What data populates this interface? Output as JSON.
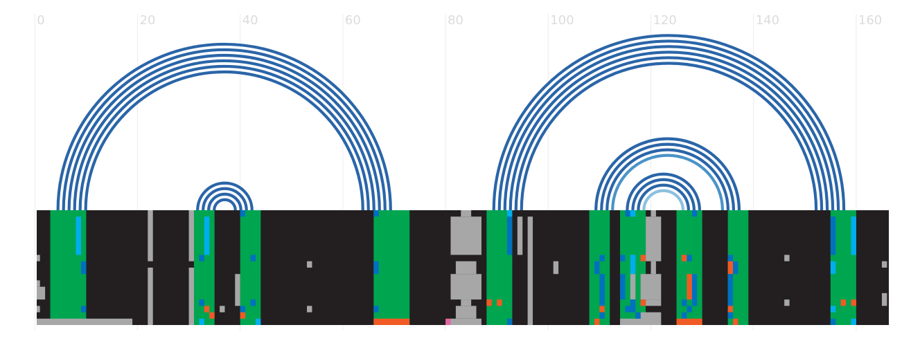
{
  "chart_data": {
    "type": "heatmap",
    "title": "",
    "xlabel": "",
    "ylabel": "",
    "xlim": [
      0,
      166
    ],
    "xticks": [
      "0",
      "20",
      "40",
      "60",
      "80",
      "100",
      "120",
      "140",
      "160"
    ],
    "grid": true,
    "legend": "none",
    "arc_colors": {
      "dark": "#2a65a8",
      "medium": "#4a93c8",
      "light": "#8cc0df"
    },
    "arc_groups": [
      {
        "left_x": 4.5,
        "right_x": 69.3,
        "count": 6,
        "tone": "dark"
      },
      {
        "left_x": 31.7,
        "right_x": 42.3,
        "count": 4,
        "tone": "dark"
      },
      {
        "left_x": 89.4,
        "right_x": 157.6,
        "count": 6,
        "tone": "dark"
      },
      {
        "left_x": 109.3,
        "right_x": 137.2,
        "count": 4,
        "tone": "dark_medium"
      },
      {
        "left_x": 115.4,
        "right_x": 129.5,
        "count": 4,
        "tone": "dark_light"
      }
    ],
    "track": {
      "background": "#231f20",
      "grid_rows": 18,
      "colors": {
        "green": "#00a550",
        "gray": "#a7a7a7",
        "cyan": "#00aeef",
        "blue": "#0070c0",
        "orange": "#f15a24",
        "pink": "#e565a4"
      },
      "green_columns": [
        [
          3,
          10
        ],
        [
          31,
          35
        ],
        [
          40,
          44
        ],
        [
          66,
          73
        ],
        [
          88,
          93
        ],
        [
          108,
          112
        ],
        [
          114,
          119
        ],
        [
          125,
          130
        ],
        [
          135,
          139
        ],
        [
          155,
          160
        ]
      ],
      "cells": [
        {
          "c": "gray",
          "x0": 0,
          "x1": 19,
          "r0": 17,
          "r1": 18
        },
        {
          "c": "orange",
          "x0": 66,
          "x1": 73,
          "r0": 17,
          "r1": 18
        },
        {
          "c": "pink",
          "x0": 80,
          "x1": 81,
          "r0": 17,
          "r1": 18
        },
        {
          "c": "gray",
          "x0": 81,
          "x1": 87,
          "r0": 17,
          "r1": 18
        },
        {
          "c": "gray",
          "x0": 22,
          "x1": 23,
          "r0": 0,
          "r1": 8
        },
        {
          "c": "gray",
          "x0": 22,
          "x1": 23,
          "r0": 9,
          "r1": 18
        },
        {
          "c": "gray",
          "x0": 30,
          "x1": 31,
          "r0": 0,
          "r1": 8
        },
        {
          "c": "gray",
          "x0": 30,
          "x1": 31,
          "r0": 9,
          "r1": 18
        },
        {
          "c": "gray",
          "x0": 39,
          "x1": 40,
          "r0": 10,
          "r1": 15
        },
        {
          "c": "gray",
          "x0": 36,
          "x1": 37,
          "r0": 15,
          "r1": 16
        },
        {
          "c": "gray",
          "x0": 53,
          "x1": 54,
          "r0": 8,
          "r1": 9
        },
        {
          "c": "gray",
          "x0": 53,
          "x1": 54,
          "r0": 15,
          "r1": 16
        },
        {
          "c": "gray",
          "x0": 0,
          "x1": 1,
          "r0": 7,
          "r1": 8
        },
        {
          "c": "gray",
          "x0": 0,
          "x1": 1,
          "r0": 11,
          "r1": 12
        },
        {
          "c": "gray",
          "x0": 0,
          "x1": 2,
          "r0": 12,
          "r1": 14
        },
        {
          "c": "gray",
          "x0": 0,
          "x1": 1,
          "r0": 15,
          "r1": 16
        },
        {
          "c": "gray",
          "x0": 83,
          "x1": 85,
          "r0": 0,
          "r1": 1
        },
        {
          "c": "gray",
          "x0": 81,
          "x1": 87,
          "r0": 1,
          "r1": 7
        },
        {
          "c": "gray",
          "x0": 82,
          "x1": 86,
          "r0": 8,
          "r1": 10
        },
        {
          "c": "gray",
          "x0": 81,
          "x1": 87,
          "r0": 10,
          "r1": 14
        },
        {
          "c": "gray",
          "x0": 83,
          "x1": 85,
          "r0": 14,
          "r1": 15
        },
        {
          "c": "gray",
          "x0": 82,
          "x1": 86,
          "r0": 15,
          "r1": 17
        },
        {
          "c": "gray",
          "x0": 94,
          "x1": 95,
          "r0": 1,
          "r1": 7
        },
        {
          "c": "gray",
          "x0": 96,
          "x1": 97,
          "r0": 1,
          "r1": 18
        },
        {
          "c": "gray",
          "x0": 101,
          "x1": 102,
          "r0": 8,
          "r1": 10
        },
        {
          "c": "gray",
          "x0": 119,
          "x1": 122,
          "r0": 1,
          "r1": 8
        },
        {
          "c": "gray",
          "x0": 120,
          "x1": 121,
          "r0": 0,
          "r1": 1
        },
        {
          "c": "gray",
          "x0": 120,
          "x1": 121,
          "r0": 8,
          "r1": 10
        },
        {
          "c": "gray",
          "x0": 118,
          "x1": 122,
          "r0": 10,
          "r1": 14
        },
        {
          "c": "gray",
          "x0": 119,
          "x1": 122,
          "r0": 14,
          "r1": 15
        },
        {
          "c": "gray",
          "x0": 118,
          "x1": 122,
          "r0": 16,
          "r1": 18
        },
        {
          "c": "gray",
          "x0": 114,
          "x1": 119,
          "r0": 17,
          "r1": 18
        },
        {
          "c": "gray",
          "x0": 116,
          "x1": 117,
          "r0": 10,
          "r1": 14
        },
        {
          "c": "gray",
          "x0": 146,
          "x1": 147,
          "r0": 7,
          "r1": 8
        },
        {
          "c": "gray",
          "x0": 146,
          "x1": 147,
          "r0": 14,
          "r1": 15
        },
        {
          "c": "gray",
          "x0": 165,
          "x1": 166,
          "r0": 8,
          "r1": 9
        },
        {
          "c": "gray",
          "x0": 165,
          "x1": 166,
          "r0": 13,
          "r1": 15
        },
        {
          "c": "cyan",
          "x0": 8,
          "x1": 9,
          "r0": 1,
          "r1": 7
        },
        {
          "c": "blue",
          "x0": 9,
          "x1": 10,
          "r0": 8,
          "r1": 10
        },
        {
          "c": "blue",
          "x0": 9,
          "x1": 10,
          "r0": 15,
          "r1": 16
        },
        {
          "c": "cyan",
          "x0": 33,
          "x1": 34,
          "r0": 1,
          "r1": 7
        },
        {
          "c": "blue",
          "x0": 32,
          "x1": 33,
          "r0": 7,
          "r1": 8
        },
        {
          "c": "blue",
          "x0": 32,
          "x1": 33,
          "r0": 14,
          "r1": 15
        },
        {
          "c": "orange",
          "x0": 33,
          "x1": 34,
          "r0": 15,
          "r1": 16
        },
        {
          "c": "orange",
          "x0": 34,
          "x1": 35,
          "r0": 16,
          "r1": 17
        },
        {
          "c": "cyan",
          "x0": 32,
          "x1": 33,
          "r0": 17,
          "r1": 18
        },
        {
          "c": "blue",
          "x0": 40,
          "x1": 41,
          "r0": 0,
          "r1": 1
        },
        {
          "c": "blue",
          "x0": 42,
          "x1": 43,
          "r0": 7,
          "r1": 8
        },
        {
          "c": "blue",
          "x0": 42,
          "x1": 43,
          "r0": 14,
          "r1": 15
        },
        {
          "c": "blue",
          "x0": 40,
          "x1": 41,
          "r0": 15,
          "r1": 16
        },
        {
          "c": "orange",
          "x0": 40,
          "x1": 41,
          "r0": 16,
          "r1": 17
        },
        {
          "c": "cyan",
          "x0": 43,
          "x1": 44,
          "r0": 17,
          "r1": 18
        },
        {
          "c": "blue",
          "x0": 66,
          "x1": 67,
          "r0": 0,
          "r1": 1
        },
        {
          "c": "blue",
          "x0": 66,
          "x1": 67,
          "r0": 8,
          "r1": 10
        },
        {
          "c": "blue",
          "x0": 66,
          "x1": 67,
          "r0": 15,
          "r1": 16
        },
        {
          "c": "cyan",
          "x0": 92,
          "x1": 93,
          "r0": 0,
          "r1": 1
        },
        {
          "c": "blue",
          "x0": 92,
          "x1": 93,
          "r0": 1,
          "r1": 7
        },
        {
          "c": "orange",
          "x0": 88,
          "x1": 89,
          "r0": 14,
          "r1": 15
        },
        {
          "c": "orange",
          "x0": 90,
          "x1": 91,
          "r0": 14,
          "r1": 15
        },
        {
          "c": "blue",
          "x0": 92,
          "x1": 93,
          "r0": 17,
          "r1": 18
        },
        {
          "c": "blue",
          "x0": 110,
          "x1": 111,
          "r0": 7,
          "r1": 8
        },
        {
          "c": "blue",
          "x0": 109,
          "x1": 110,
          "r0": 8,
          "r1": 10
        },
        {
          "c": "blue",
          "x0": 110,
          "x1": 111,
          "r0": 10,
          "r1": 15
        },
        {
          "c": "orange",
          "x0": 110,
          "x1": 111,
          "r0": 15,
          "r1": 16
        },
        {
          "c": "blue",
          "x0": 110,
          "x1": 111,
          "r0": 16,
          "r1": 17
        },
        {
          "c": "orange",
          "x0": 109,
          "x1": 110,
          "r0": 17,
          "r1": 18
        },
        {
          "c": "blue",
          "x0": 115,
          "x1": 116,
          "r0": 0,
          "r1": 1
        },
        {
          "c": "cyan",
          "x0": 116,
          "x1": 117,
          "r0": 0,
          "r1": 1
        },
        {
          "c": "blue",
          "x0": 114,
          "x1": 115,
          "r0": 7,
          "r1": 8
        },
        {
          "c": "cyan",
          "x0": 116,
          "x1": 117,
          "r0": 8,
          "r1": 10
        },
        {
          "c": "blue",
          "x0": 114,
          "x1": 115,
          "r0": 10,
          "r1": 14
        },
        {
          "c": "blue",
          "x0": 116,
          "x1": 117,
          "r0": 14,
          "r1": 15
        },
        {
          "c": "blue",
          "x0": 115,
          "x1": 117,
          "r0": 15,
          "r1": 16
        },
        {
          "c": "cyan",
          "x0": 116,
          "x1": 117,
          "r0": 7,
          "r1": 8
        },
        {
          "c": "orange",
          "x0": 118,
          "x1": 119,
          "r0": 7,
          "r1": 8
        },
        {
          "c": "orange",
          "x0": 118,
          "x1": 119,
          "r0": 14,
          "r1": 15
        },
        {
          "c": "blue",
          "x0": 117,
          "x1": 118,
          "r0": 16,
          "r1": 17
        },
        {
          "c": "blue",
          "x0": 128,
          "x1": 129,
          "r0": 0,
          "r1": 1
        },
        {
          "c": "orange",
          "x0": 126,
          "x1": 127,
          "r0": 7,
          "r1": 8
        },
        {
          "c": "blue",
          "x0": 127,
          "x1": 128,
          "r0": 7,
          "r1": 8
        },
        {
          "c": "blue",
          "x0": 128,
          "x1": 129,
          "r0": 10,
          "r1": 15
        },
        {
          "c": "orange",
          "x0": 127,
          "x1": 128,
          "r0": 10,
          "r1": 14
        },
        {
          "c": "blue",
          "x0": 126,
          "x1": 127,
          "r0": 14,
          "r1": 15
        },
        {
          "c": "blue",
          "x0": 127,
          "x1": 128,
          "r0": 15,
          "r1": 16
        },
        {
          "c": "blue",
          "x0": 126,
          "x1": 127,
          "r0": 16,
          "r1": 17
        },
        {
          "c": "orange",
          "x0": 125,
          "x1": 130,
          "r0": 17,
          "r1": 18
        },
        {
          "c": "blue",
          "x0": 135,
          "x1": 136,
          "r0": 7,
          "r1": 8
        },
        {
          "c": "orange",
          "x0": 135,
          "x1": 136,
          "r0": 8,
          "r1": 10
        },
        {
          "c": "blue",
          "x0": 136,
          "x1": 137,
          "r0": 8,
          "r1": 10
        },
        {
          "c": "blue",
          "x0": 135,
          "x1": 136,
          "r0": 10,
          "r1": 15
        },
        {
          "c": "orange",
          "x0": 135,
          "x1": 136,
          "r0": 15,
          "r1": 16
        },
        {
          "c": "blue",
          "x0": 135,
          "x1": 136,
          "r0": 16,
          "r1": 17
        },
        {
          "c": "orange",
          "x0": 136,
          "x1": 137,
          "r0": 17,
          "r1": 18
        },
        {
          "c": "blue",
          "x0": 155,
          "x1": 156,
          "r0": 1,
          "r1": 7
        },
        {
          "c": "cyan",
          "x0": 159,
          "x1": 160,
          "r0": 1,
          "r1": 7
        },
        {
          "c": "cyan",
          "x0": 155,
          "x1": 156,
          "r0": 8,
          "r1": 10
        },
        {
          "c": "orange",
          "x0": 157,
          "x1": 158,
          "r0": 14,
          "r1": 15
        },
        {
          "c": "orange",
          "x0": 159,
          "x1": 160,
          "r0": 14,
          "r1": 15
        },
        {
          "c": "cyan",
          "x0": 155,
          "x1": 156,
          "r0": 15,
          "r1": 16
        },
        {
          "c": "blue",
          "x0": 155,
          "x1": 156,
          "r0": 17,
          "r1": 18
        },
        {
          "c": "cyan",
          "x0": 159,
          "x1": 160,
          "r0": 17,
          "r1": 18
        }
      ]
    }
  }
}
